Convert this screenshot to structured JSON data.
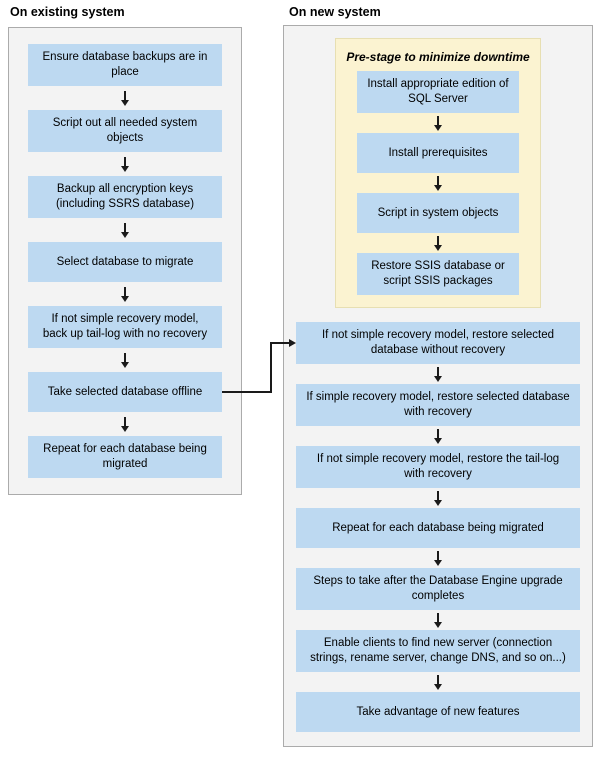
{
  "colors": {
    "page_bg": "#ffffff",
    "panel_bg": "#f3f3f3",
    "panel_border": "#ababab",
    "step_bg": "#bdd9f1",
    "prestage_bg": "#fbf3d1",
    "prestage_border": "#e7dfb2",
    "line": "#1a1a1a"
  },
  "left_panel": {
    "title": "On existing system",
    "steps": [
      "Ensure database backups are in place",
      "Script out all needed system objects",
      "Backup all encryption keys (including SSRS database)",
      "Select database to migrate",
      "If not simple recovery model, back up tail-log with no recovery",
      "Take selected database offline",
      "Repeat for each database being migrated"
    ]
  },
  "right_panel": {
    "title": "On new system",
    "prestage": {
      "title": "Pre-stage to minimize downtime",
      "steps": [
        "Install appropriate edition of SQL Server",
        "Install prerequisites",
        "Script in system objects",
        "Restore SSIS database or script SSIS packages"
      ]
    },
    "steps": [
      "If not simple recovery model, restore selected database without recovery",
      "If simple recovery model, restore selected database with recovery",
      "If not simple recovery model, restore the tail-log with recovery",
      "Repeat for each database being migrated",
      "Steps to take after the Database Engine upgrade completes",
      "Enable clients to find new server (connection strings, rename server, change DNS, and so on...)",
      "Take advantage of new features"
    ]
  }
}
